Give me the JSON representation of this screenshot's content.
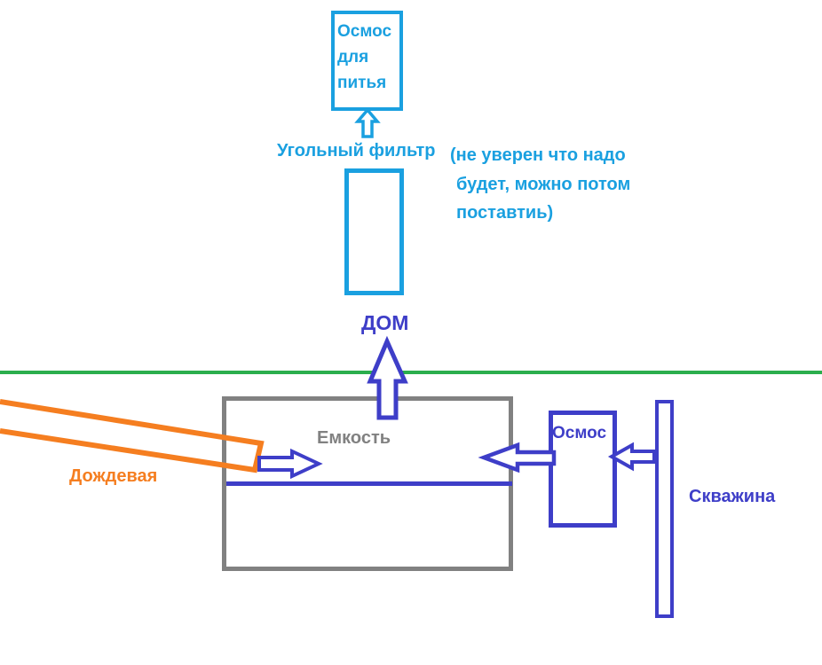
{
  "diagram": {
    "colors": {
      "cyan": "#1AA0E0",
      "blue": "#3E3EC8",
      "orange": "#F57E20",
      "green": "#2BAE4D",
      "gray": "#818181"
    },
    "nodes": {
      "drinking_osmosis": {
        "label": "Осмос для питья"
      },
      "carbon_filter": {
        "label": "Угольный фильтр",
        "note_lines": [
          "(не уверен что надо",
          "будет, можно потом",
          "поставтиь)"
        ]
      },
      "house": {
        "label": "ДОМ"
      },
      "tank": {
        "label": "Емкость"
      },
      "rainwater": {
        "label": "Дождевая"
      },
      "osmosis": {
        "label": "Осмос"
      },
      "well": {
        "label": "Скважина"
      }
    }
  }
}
